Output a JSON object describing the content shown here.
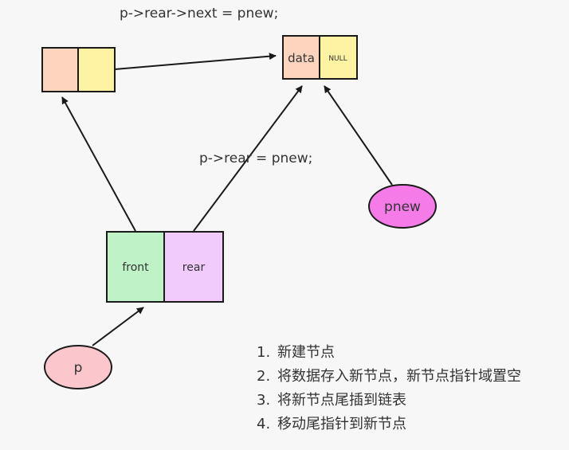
{
  "code": {
    "next_assign": "p->rear->next = pnew;",
    "rear_assign": "p->rear = pnew;"
  },
  "new_node": {
    "data_label": "data",
    "next_label": "NULL"
  },
  "queue_struct": {
    "front_label": "front",
    "rear_label": "rear"
  },
  "pointers": {
    "p": "p",
    "pnew": "pnew"
  },
  "steps": [
    {
      "num": "1.",
      "text": "新建节点"
    },
    {
      "num": "2.",
      "text": "将数据存入新节点，新节点指针域置空"
    },
    {
      "num": "3.",
      "text": "将新节点尾插到链表"
    },
    {
      "num": "4.",
      "text": "移动尾指针到新节点"
    }
  ],
  "colors": {
    "data_field": "#fdd5bf",
    "next_field": "#fdf3a3",
    "front_field": "#bff2c6",
    "rear_field": "#f1cbfb",
    "pnew_ellipse": "#f57ce8",
    "p_ellipse": "#fbc6cc",
    "outline": "#1a1a1a"
  }
}
